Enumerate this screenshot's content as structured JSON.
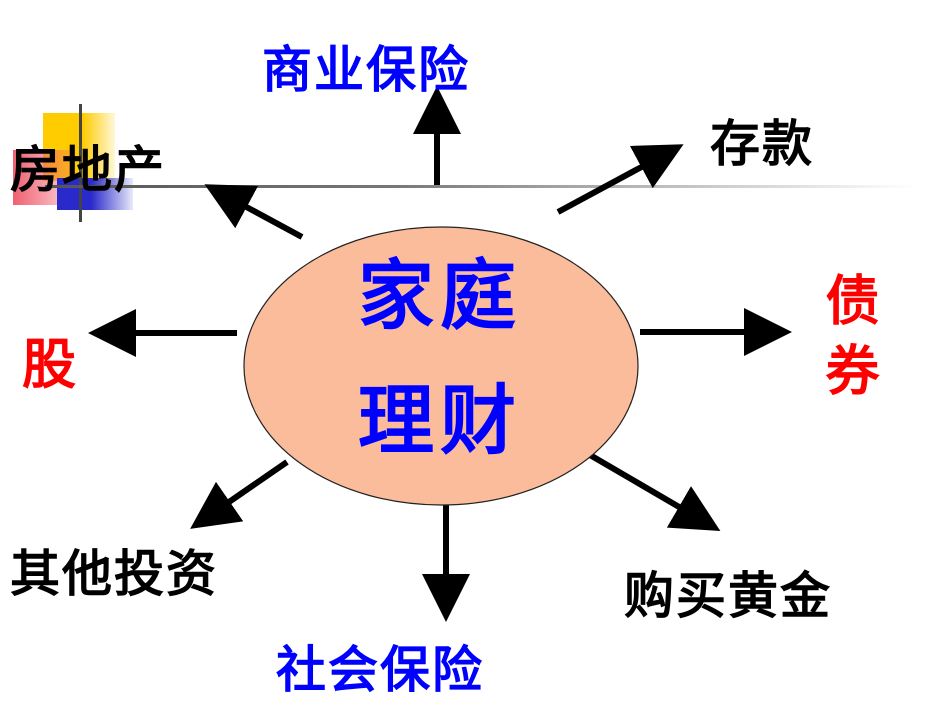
{
  "diagram": {
    "title": "家庭理财 mind map",
    "center": {
      "line1": "家庭",
      "line2": "理财",
      "fill_color": "#fbbc9c",
      "text_color": "#0000ff"
    },
    "branches": [
      {
        "id": "commercial-insurance",
        "label": "商业保险",
        "direction": "up",
        "color": "#0000ff"
      },
      {
        "id": "deposit",
        "label": "存款",
        "direction": "up-right",
        "color": "#000000"
      },
      {
        "id": "bonds",
        "label": "债券",
        "direction": "right",
        "color": "#ff0000"
      },
      {
        "id": "buy-gold",
        "label": "购买黄金",
        "direction": "down-right",
        "color": "#000000"
      },
      {
        "id": "social-insurance",
        "label": "社会保险",
        "direction": "down",
        "color": "#0000ff"
      },
      {
        "id": "other-investment",
        "label": "其他投资",
        "direction": "down-left",
        "color": "#000000"
      },
      {
        "id": "stocks",
        "label": "股",
        "direction": "left",
        "color": "#ff0000"
      },
      {
        "id": "real-estate",
        "label": "房地产",
        "direction": "up-left",
        "color": "#000000"
      }
    ]
  }
}
